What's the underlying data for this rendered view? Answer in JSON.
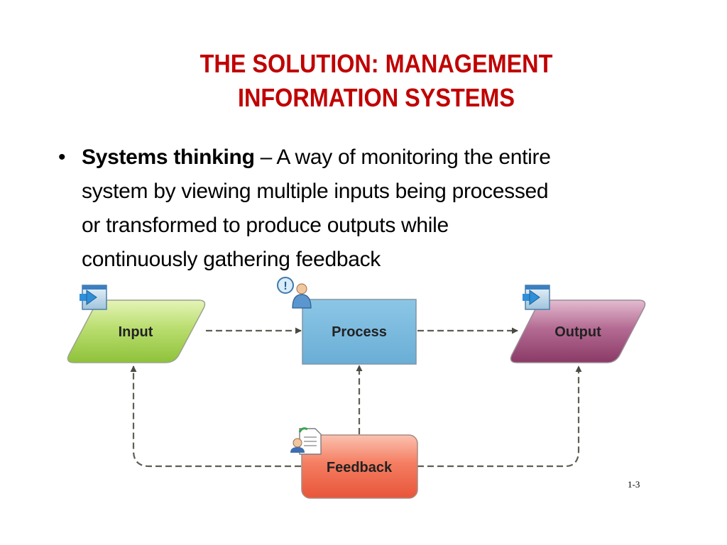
{
  "slide": {
    "title_line1": "THE SOLUTION: MANAGEMENT",
    "title_line2": "INFORMATION SYSTEMS",
    "bullet_symbol": "•",
    "bullet_term": "Systems thinking",
    "bullet_dash": " – ",
    "bullet_line1": "A way of monitoring the entire",
    "bullet_line2": "system by viewing multiple inputs being processed",
    "bullet_line3": "or transformed to produce outputs while",
    "bullet_line4": "continuously gathering feedback",
    "slide_number": "1-3"
  },
  "diagram": {
    "nodes": {
      "input": "Input",
      "process": "Process",
      "output": "Output",
      "feedback": "Feedback"
    },
    "colors": {
      "input_fill": "#b6d96a",
      "process_fill": "#7db9dc",
      "output_fill": "#a8557f",
      "feedback_fill": "#f26a4f",
      "arrow": "#5a5a50"
    },
    "icons": [
      "enter-arrow-icon",
      "help-person-icon",
      "enter-arrow-icon",
      "document-person-icon"
    ]
  }
}
